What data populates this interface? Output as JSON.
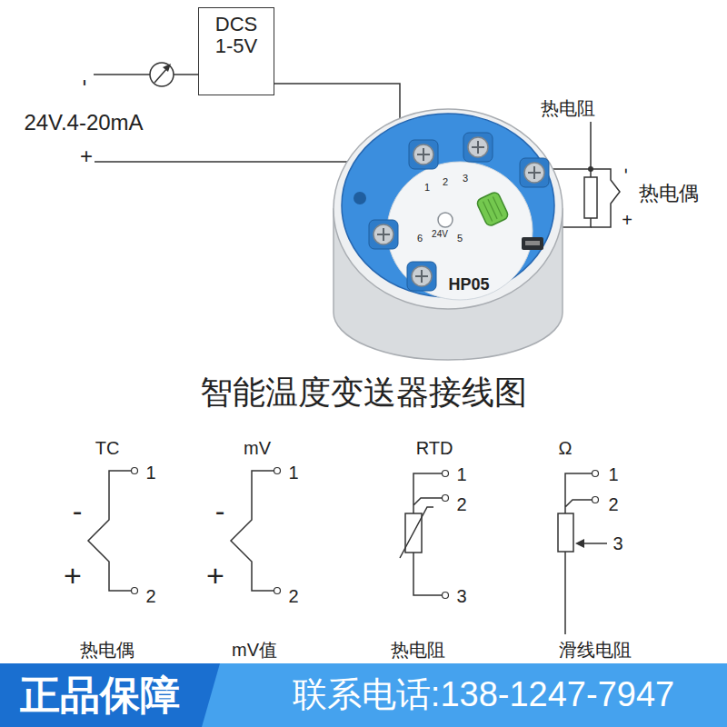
{
  "diagram": {
    "title": "智能温度变送器接线图",
    "nodes": [
      {
        "text": [
          "DCS",
          "1-5V"
        ]
      },
      {
        "text": [
          "HP05"
        ]
      },
      {
        "text": [
          "联系电话:138-1247-7947"
        ]
      },
      {
        "text": [
          "正品保障"
        ],
        "in": 2
      }
    ],
    "edges": [
      {
        "from": 0,
        "to": 1,
        "arrow": "none"
      }
    ],
    "labels": [
      "-",
      "24V.4-20mA",
      "+",
      "热电阻",
      "-",
      "热电偶",
      "+",
      "1",
      "2",
      "3",
      "6",
      "24V",
      "5",
      "TC",
      "1",
      "-",
      "+",
      "2",
      "mV",
      "1",
      "-",
      "+",
      "2",
      "RTD",
      "1",
      "2",
      "3",
      "Ω",
      "1",
      "2",
      "3",
      "热电偶",
      "mV值",
      "热电阻",
      "滑线电阻"
    ]
  }
}
